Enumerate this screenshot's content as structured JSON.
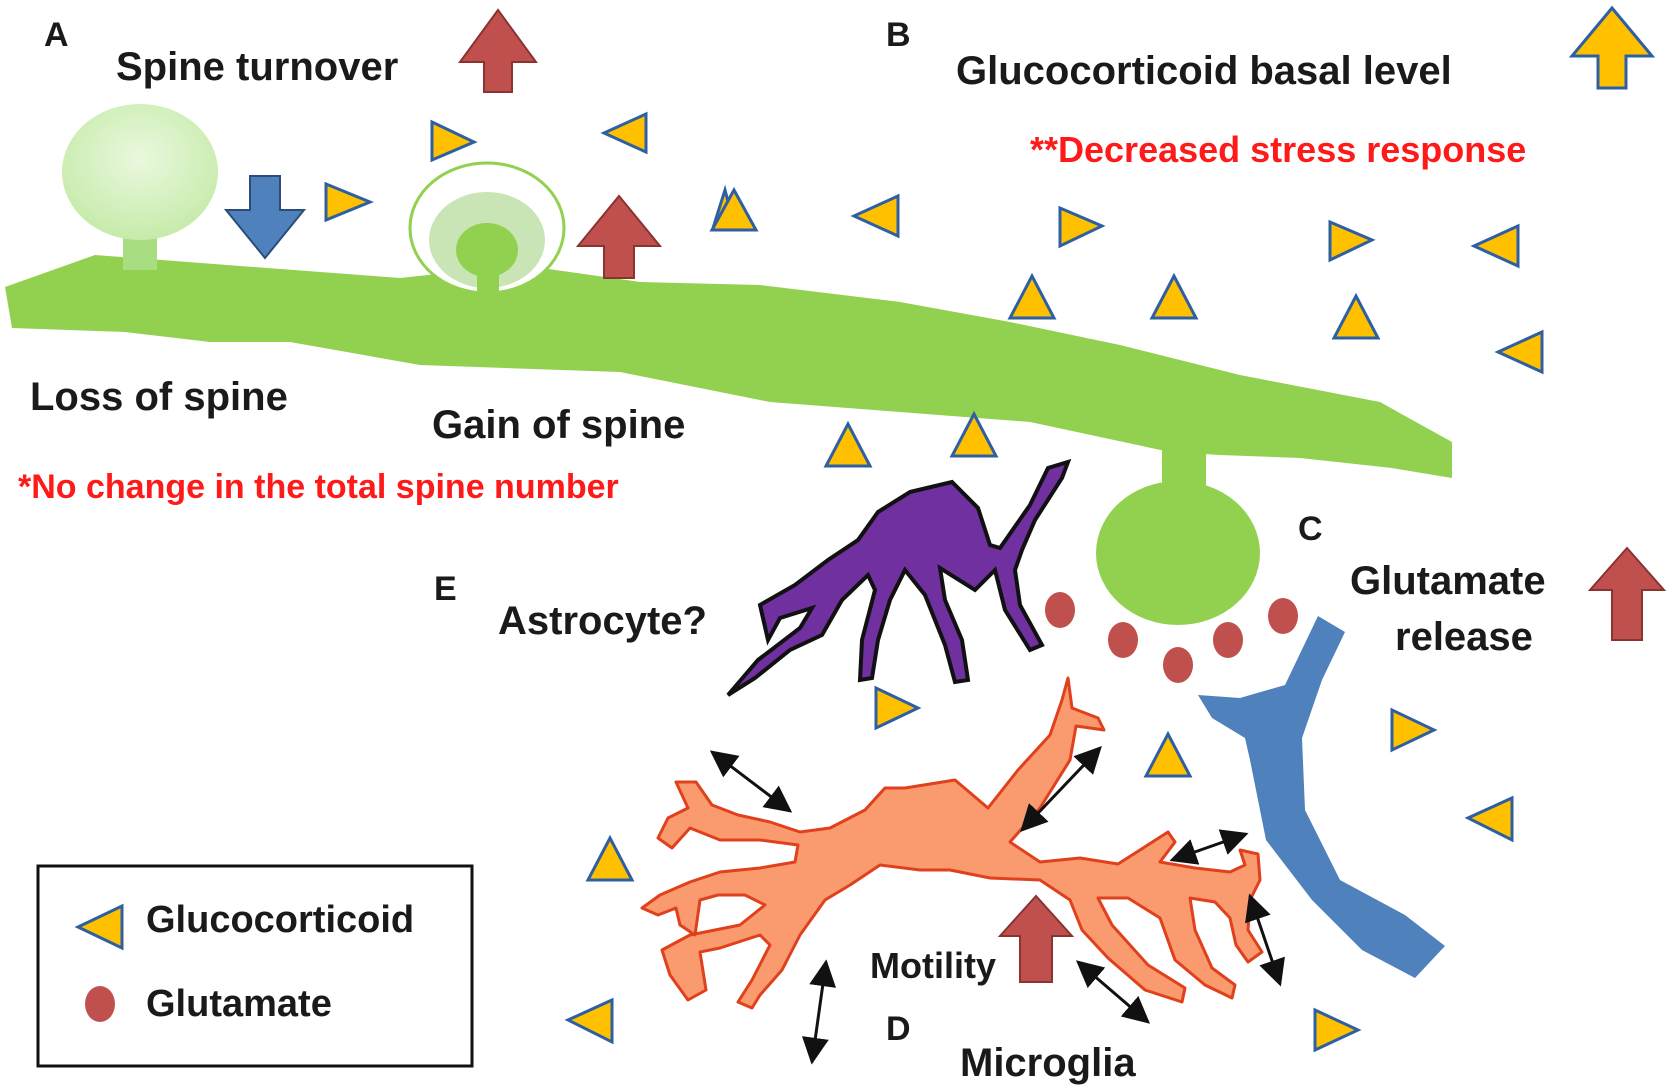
{
  "panels": {
    "a": {
      "letter": "A",
      "title": "Spine turnover",
      "loss": "Loss of spine",
      "gain": "Gain of spine",
      "note": "*No change in the total spine number"
    },
    "b": {
      "letter": "B",
      "title": "Glucocorticoid basal level",
      "note": "**Decreased stress response"
    },
    "c": {
      "letter": "C",
      "line1": "Glutamate",
      "line2": "release"
    },
    "d": {
      "letter": "D",
      "motility": "Motility",
      "cell": "Microglia"
    },
    "e": {
      "letter": "E",
      "cell": "Astrocyte?"
    }
  },
  "legend": {
    "items": [
      {
        "label": "Glucocorticoid",
        "symbol": "triangle"
      },
      {
        "label": "Glutamate",
        "symbol": "dot"
      }
    ]
  },
  "colors": {
    "dendrite": "#92d050",
    "spine_light": "#d8f2c4",
    "glucocorticoid_fill": "#ffc000",
    "glucocorticoid_edge": "#2e5fa3",
    "glutamate": "#c0504d",
    "arrow_up_red": "#c0504d",
    "arrow_down_blue": "#4f81bd",
    "axon": "#4f81bd",
    "microglia": "#fa9a6f",
    "astrocyte": "#7030a0",
    "note_red": "#ff1a1a"
  },
  "icons": [
    "up-arrow-icon",
    "down-arrow-icon",
    "glucocorticoid-triangle-icon",
    "glutamate-dot-icon",
    "double-headed-arrow-icon"
  ]
}
